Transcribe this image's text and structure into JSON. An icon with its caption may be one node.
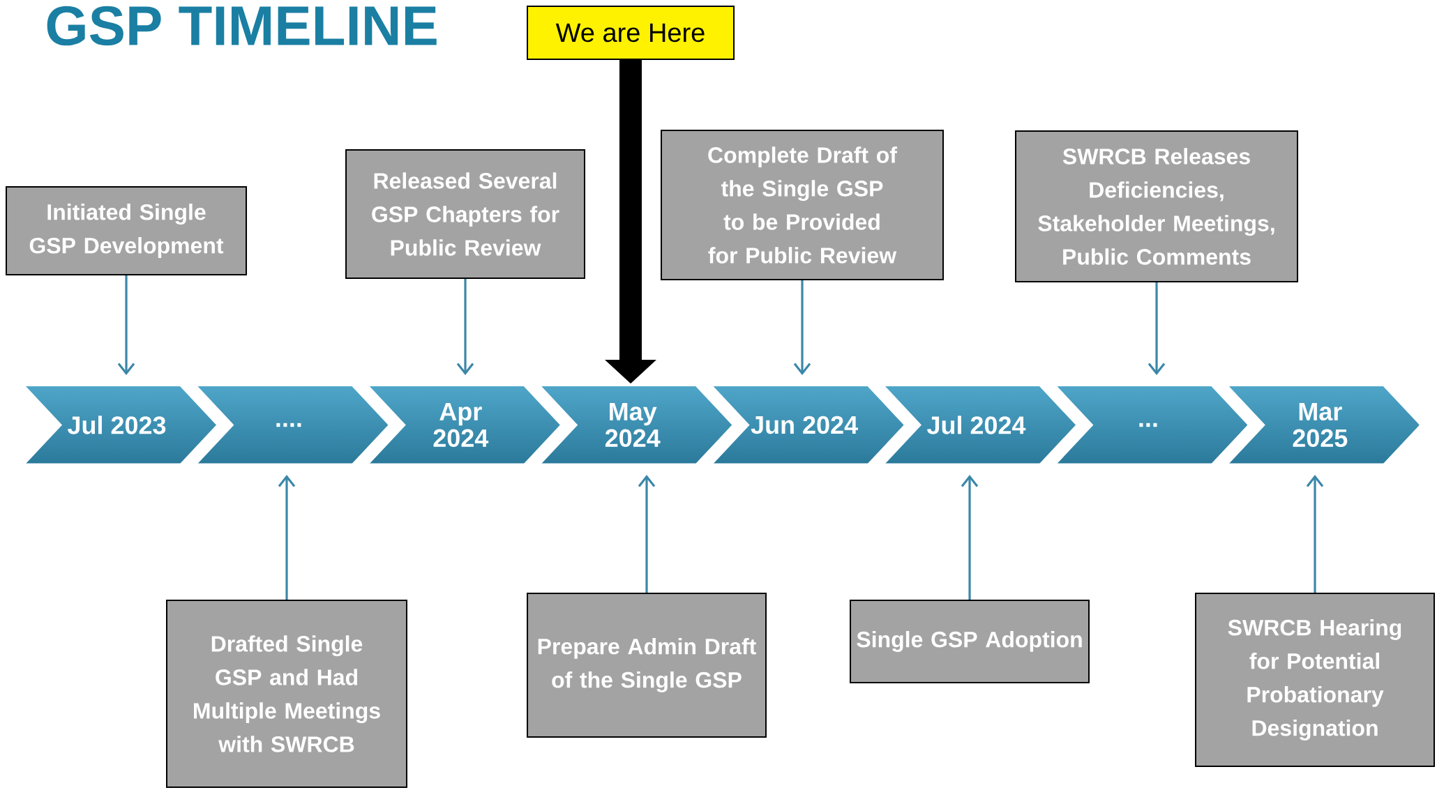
{
  "diagram": {
    "title": "GSP TIMELINE",
    "nodes": [
      {
        "text": [
          "Jul 2023"
        ]
      },
      {
        "text": [
          "...."
        ]
      },
      {
        "text": [
          "Apr 2024"
        ]
      },
      {
        "text": [
          "May 2024"
        ]
      },
      {
        "text": [
          "Jun 2024"
        ]
      },
      {
        "text": [
          "Jul 2024"
        ]
      },
      {
        "text": [
          "..."
        ]
      },
      {
        "text": [
          "Mar 2025"
        ]
      },
      {
        "text": [
          "We are Here"
        ]
      },
      {
        "text": [
          "Initiated Single GSP Development"
        ]
      },
      {
        "text": [
          "Released Several GSP Chapters for Public Review"
        ]
      },
      {
        "text": [
          "Complete Draft of the Single GSP to be Provided for Public Review"
        ]
      },
      {
        "text": [
          "SWRCB Releases Deficiencies, Stakeholder Meetings, Public Comments"
        ]
      },
      {
        "text": [
          "Drafted Single GSP and Had Multiple Meetings with SWRCB"
        ]
      },
      {
        "text": [
          "Prepare Admin Draft of the Single GSP"
        ]
      },
      {
        "text": [
          "Single GSP Adoption"
        ]
      },
      {
        "text": [
          "SWRCB Hearing for Potential Probationary Designation"
        ]
      }
    ],
    "edges": [
      {
        "from": 8,
        "to": 3,
        "arrow": "to",
        "style": "thick",
        "color": "#000000"
      },
      {
        "from": 9,
        "to": 0,
        "arrow": "to"
      },
      {
        "from": 10,
        "to": 2,
        "arrow": "to"
      },
      {
        "from": 11,
        "to": 4,
        "arrow": "to"
      },
      {
        "from": 12,
        "to": 6,
        "arrow": "to"
      },
      {
        "from": 13,
        "to": 1,
        "arrow": "to"
      },
      {
        "from": 14,
        "to": 3,
        "arrow": "to"
      },
      {
        "from": 15,
        "to": 5,
        "arrow": "to"
      },
      {
        "from": 16,
        "to": 7,
        "arrow": "to"
      }
    ]
  }
}
